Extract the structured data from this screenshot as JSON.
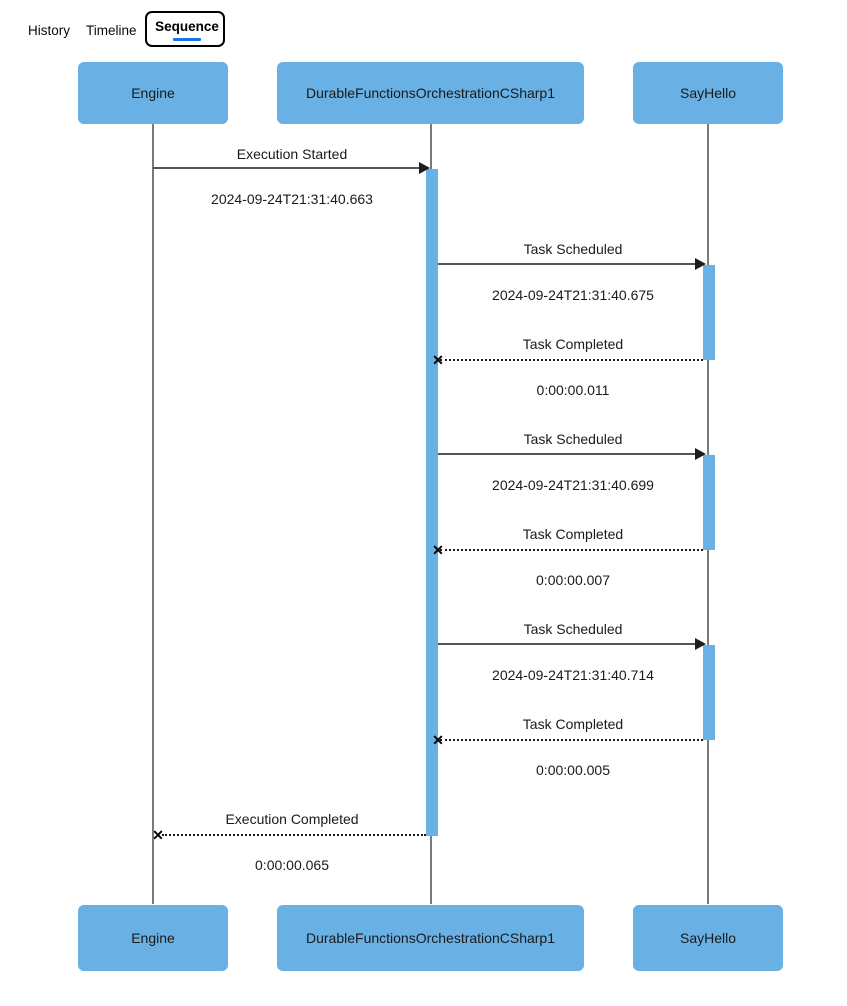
{
  "tabs": [
    {
      "label": "History",
      "active": false
    },
    {
      "label": "Timeline",
      "active": false
    },
    {
      "label": "Sequence",
      "active": true
    }
  ],
  "accent_color": "#1a73e8",
  "participant_color": "#69b0e4",
  "lifeline_color": "#7a7a7a",
  "arrow_color": "#1c1c1c",
  "participants": [
    {
      "name": "Engine"
    },
    {
      "name": "DurableFunctionsOrchestrationCSharp1"
    },
    {
      "name": "SayHello"
    }
  ],
  "messages": [
    {
      "label": "Execution Started",
      "detail": "2024-09-24T21:31:40.663",
      "kind": "solid",
      "direction": "right"
    },
    {
      "label": "Task Scheduled",
      "detail": "2024-09-24T21:31:40.675",
      "kind": "solid",
      "direction": "right"
    },
    {
      "label": "Task Completed",
      "detail": "0:00:00.011",
      "kind": "dotted",
      "direction": "left"
    },
    {
      "label": "Task Scheduled",
      "detail": "2024-09-24T21:31:40.699",
      "kind": "solid",
      "direction": "right"
    },
    {
      "label": "Task Completed",
      "detail": "0:00:00.007",
      "kind": "dotted",
      "direction": "left"
    },
    {
      "label": "Task Scheduled",
      "detail": "2024-09-24T21:31:40.714",
      "kind": "solid",
      "direction": "right"
    },
    {
      "label": "Task Completed",
      "detail": "0:00:00.005",
      "kind": "dotted",
      "direction": "left"
    },
    {
      "label": "Execution Completed",
      "detail": "0:00:00.065",
      "kind": "dotted",
      "direction": "left"
    }
  ],
  "xmark_glyph": "✕"
}
